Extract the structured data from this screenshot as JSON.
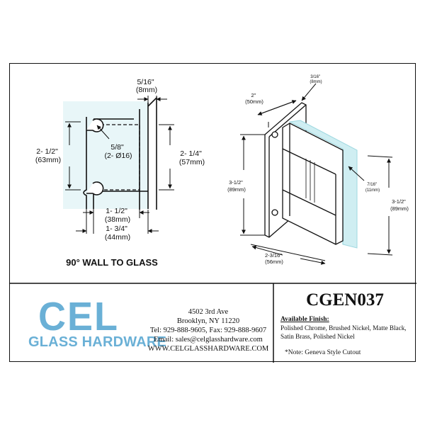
{
  "left_drawing": {
    "top_dim": [
      "5/16\"",
      "(8mm)"
    ],
    "hole_dim": [
      "5/8\"",
      "(2- Ø16)"
    ],
    "left_dim": [
      "2- 1/2\"",
      "(63mm)"
    ],
    "right_dim": [
      "2- 1/4\"",
      "(57mm)"
    ],
    "bottom_dim_1": [
      "1- 1/2\"",
      "(38mm)"
    ],
    "bottom_dim_2": [
      "1- 3/4\"",
      "(44mm)"
    ],
    "caption": "90° WALL TO GLASS"
  },
  "right_drawing": {
    "depth_dim": [
      "2\"",
      "(50mm)"
    ],
    "thickness_dim": [
      "3/16\"",
      "(8mm)"
    ],
    "gap_dim": [
      "7/16\"",
      "(11mm)"
    ],
    "height_left_dim": [
      "3-1/2\"",
      "(89mm)"
    ],
    "height_right_dim": [
      "3-1/2\"",
      "(89mm)"
    ],
    "width_dim": [
      "2-3/16\"",
      "(56mm)"
    ]
  },
  "logo": {
    "main": "CEL",
    "sub": "GLASS HARDWARE",
    "color": "#6ab0d6"
  },
  "contact": {
    "street": "4502 3rd Ave",
    "city": "Brooklyn, NY 11220",
    "phone": "Tel: 929-888-9605, Fax: 929-888-9607",
    "email": "Email: sales@celglasshardware.com",
    "web": "WWW.CELGLASSHARDWARE.COM"
  },
  "product": {
    "code": "CGEN037",
    "finish_heading": "Available Finish:",
    "finish_lines": [
      "Polished Chrome, Brushed Nickel, Matte Black,",
      "Satin Brass, Polished Nickel"
    ],
    "note": "*Note:  Geneva  Style Cutout"
  },
  "colors": {
    "glass": "#cfeef2",
    "glass_edge": "#9fd8e0",
    "line": "#111111"
  }
}
